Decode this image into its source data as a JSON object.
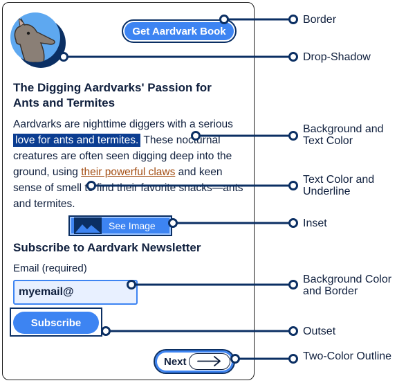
{
  "card": {
    "book_button": "Get Aardvark Book",
    "heading": "The Digging Aardvarks' Passion for Ants and Termites",
    "para_1": "Aardvarks are nighttime diggers with a serious ",
    "para_highlight": "love for ants and termites.",
    "para_2": " These nocturnal creatures are often seen digging deep into the ground, using ",
    "para_link": "their powerful claws",
    "para_3": " and keen sense of smell to find their favorite snacks—ants and termites.",
    "see_image": "See Image",
    "newsletter_heading": "Subscribe to Aardvark Newsletter",
    "email_label": "Email (required)",
    "email_value": "myemail@",
    "subscribe_button": "Subscribe",
    "next_button": "Next"
  },
  "callouts": {
    "border": "Border",
    "drop_shadow": "Drop-Shadow",
    "background_text_color": "Background and Text Color",
    "text_color_underline": "Text Color and Underline",
    "inset": "Inset",
    "background_color_border": "Background Color and Border",
    "outset": "Outset",
    "two_color_outline": "Two-Color Outline"
  },
  "colors": {
    "navy": "#0b2f63",
    "blue": "#3d84f2",
    "highlight": "#0b3d91",
    "link": "#a34d12",
    "input_bg": "#e8f0ff"
  },
  "icons": [
    "aardvark-avatar",
    "image-icon",
    "arrow-right-icon",
    "callout-dot"
  ]
}
